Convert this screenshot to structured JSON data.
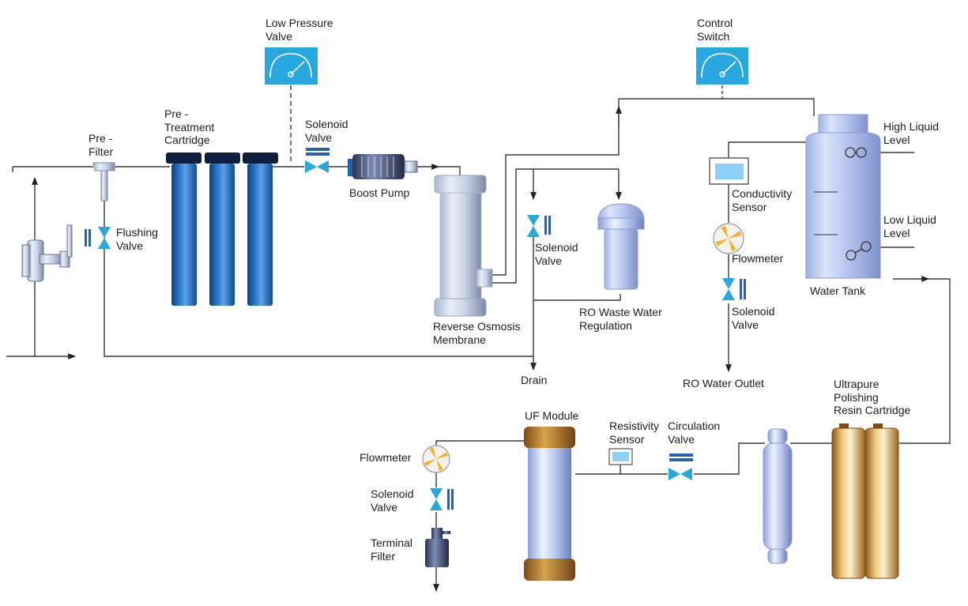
{
  "labels": {
    "low_pressure_valve": "Low Pressure\nValve",
    "control_switch": "Control\nSwitch",
    "pre_filter": "Pre -\nFilter",
    "pre_treatment_cartridge": "Pre -\nTreatment\nCartridge",
    "solenoid_valve_1": "Solenoid\nValve",
    "boost_pump": "Boost Pump",
    "flushing_valve": "Flushing\nValve",
    "solenoid_valve_2": "Solenoid\nValve",
    "ro_waste_water_regulation": "RO Waste Water\nRegulation",
    "reverse_osmosis_membrane": "Reverse Osmosis\nMembrane",
    "conductivity_sensor": "Conductivity\nSensor",
    "flowmeter_1": "Flowmeter",
    "solenoid_valve_3": "Solenoid\nValve",
    "high_liquid_level": "High Liquid\nLevel",
    "low_liquid_level": "Low Liquid\nLevel",
    "water_tank": "Water Tank",
    "drain": "Drain",
    "ro_water_outlet": "RO Water Outlet",
    "uf_module": "UF Module",
    "resistivity_sensor": "Resistivity\nSensor",
    "circulation_valve": "Circulation\nValve",
    "ultrapure_polishing_resin_cartridge": "Ultrapure\nPolishing\nResin Cartridge",
    "flowmeter_2": "Flowmeter",
    "solenoid_valve_4": "Solenoid\nValve",
    "terminal_filter": "Terminal\nFilter"
  },
  "colors": {
    "pipe": "#3a3a3a",
    "valve": "#2aa9d8",
    "gauge": "#29a8e0",
    "cartridge_blue": "#1e63b4",
    "flowmeter": "#f2b233",
    "gold": "#c98a2c"
  },
  "icons": [
    "gauge-icon",
    "valve-icon",
    "pump-icon",
    "flowmeter-icon",
    "sensor-icon",
    "level-switch-icon",
    "arrow-icon"
  ]
}
